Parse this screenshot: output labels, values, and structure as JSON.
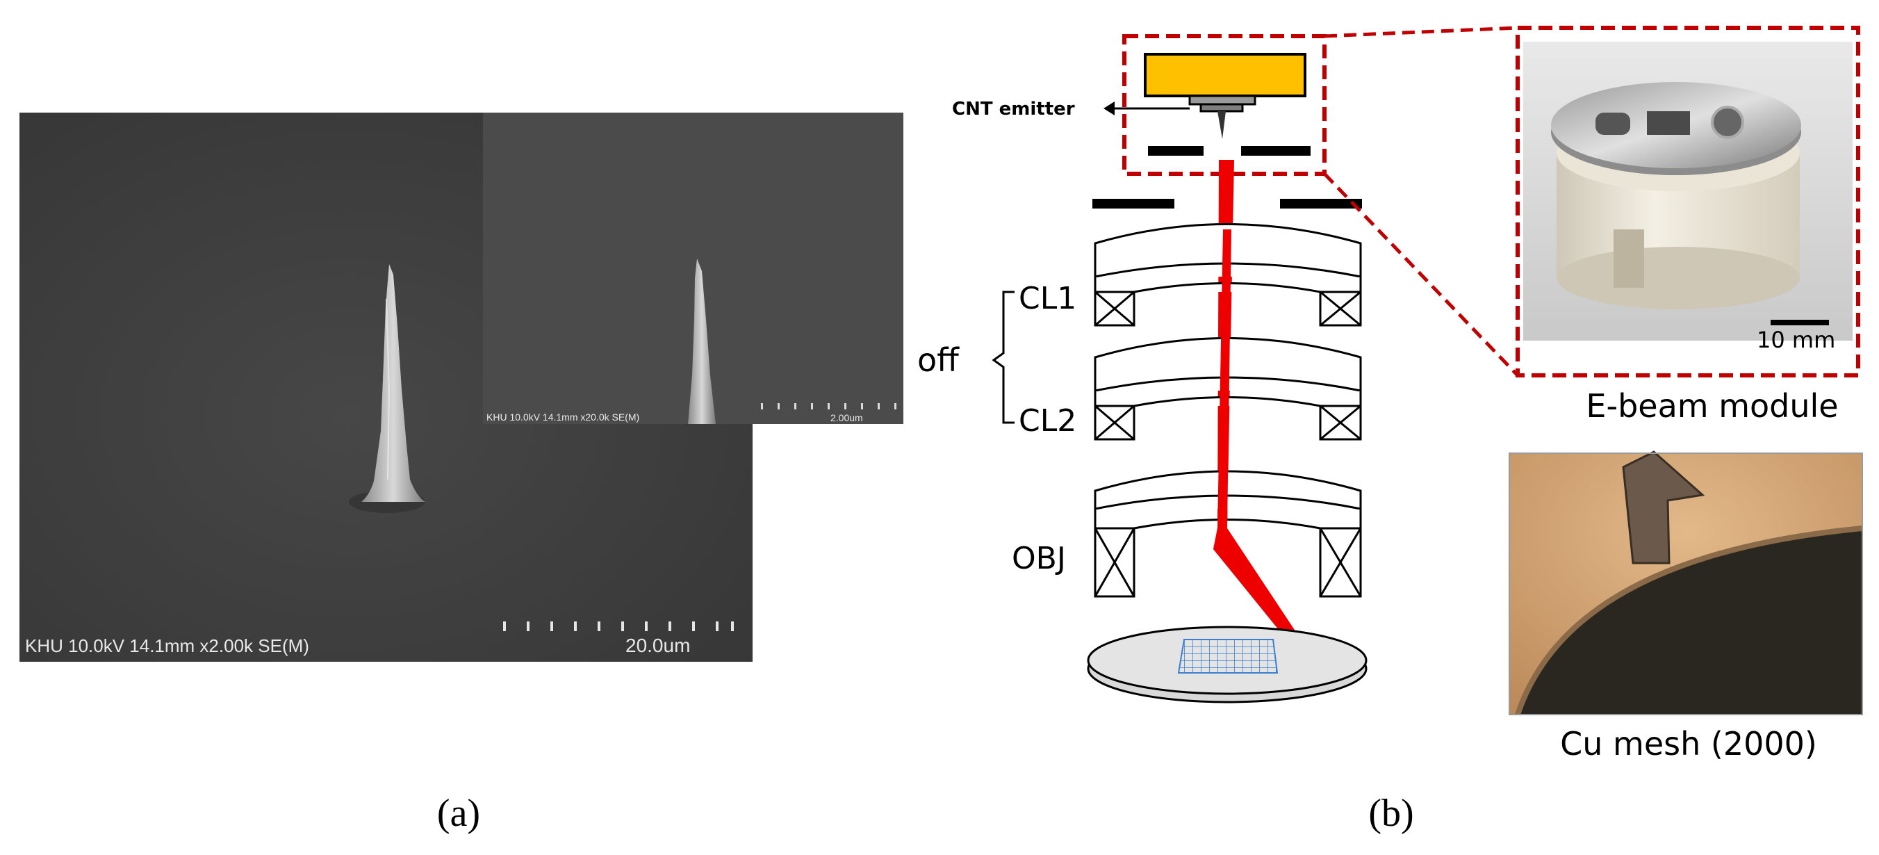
{
  "panel_a": {
    "panel_label": "(a)",
    "sem_main": {
      "info_text": "KHU 10.0kV 14.1mm x2.00k SE(M)",
      "scale_text": "20.0um"
    },
    "sem_inset": {
      "info_text": "KHU 10.0kV 14.1mm x20.0k SE(M)",
      "scale_text": "2.00um"
    }
  },
  "panel_b": {
    "panel_label": "(b)",
    "emitter_label": "CNT emitter",
    "lens_labels": {
      "cl1": "CL1",
      "cl2": "CL2",
      "obj": "OBJ"
    },
    "off_label": "off",
    "module_photo": {
      "scale_text": "10 mm",
      "caption": "E-beam module"
    },
    "mesh_photo": {
      "caption": "Cu mesh (2000)"
    }
  },
  "colors": {
    "beam": "#ee0000",
    "emitter_block": "#ffc000",
    "callout_dash": "#c00000",
    "sem_background": "#3c3c3c",
    "mesh_photo_tone": "#c89a6a"
  },
  "icons": [
    "sem-micrograph",
    "magnetic-lens-icon",
    "sample-stage-icon",
    "e-beam-module-photo",
    "cu-mesh-photo"
  ]
}
